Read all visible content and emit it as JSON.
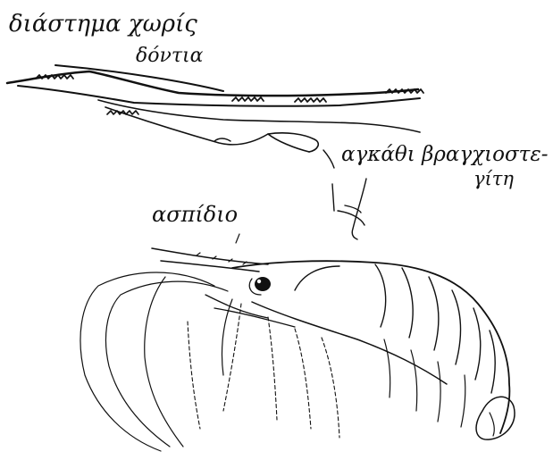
{
  "labels": {
    "gap_line1": "διάστημα χωρίς",
    "gap_line2": "δόντια",
    "spine_line1": "αγκάθι βραγχιοστε-",
    "spine_line2": "γίτη",
    "scaphocerite": "ασπίδιο"
  },
  "colors": {
    "ink": "#111111",
    "paper": "#ffffff"
  }
}
